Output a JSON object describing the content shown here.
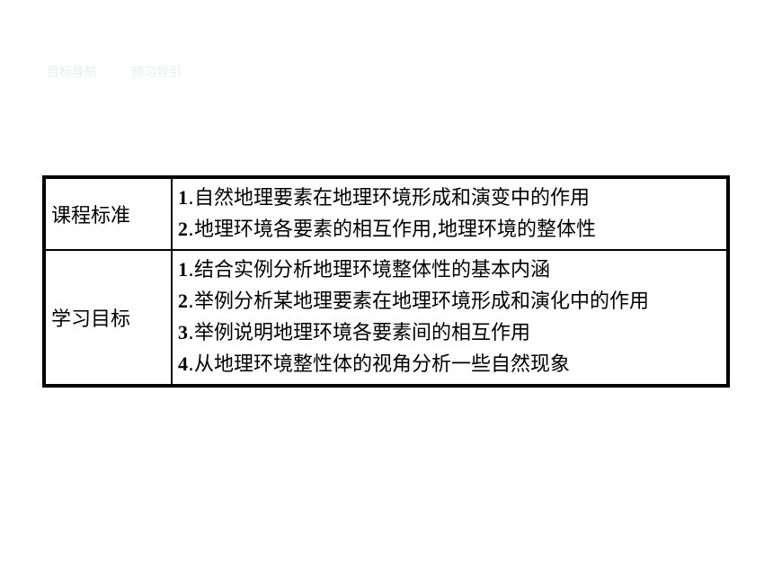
{
  "nav": {
    "tab1": "目标导航",
    "tab2": "预习导引"
  },
  "table": {
    "rows": [
      {
        "label": "课程标准",
        "items": [
          {
            "num": "1",
            "text": ".自然地理要素在地理环境形成和演变中的作用"
          },
          {
            "num": "2",
            "text": ".地理环境各要素的相互作用,地理环境的整体性"
          }
        ]
      },
      {
        "label": "学习目标",
        "items": [
          {
            "num": "1",
            "text": ".结合实例分析地理环境整体性的基本内涵"
          },
          {
            "num": "2",
            "text": ".举例分析某地理要素在地理环境形成和演化中的作用"
          },
          {
            "num": "3",
            "text": ".举例说明地理环境各要素间的相互作用"
          },
          {
            "num": "4",
            "text": ".从地理环境整性体的视角分析一些自然现象"
          }
        ]
      }
    ]
  }
}
